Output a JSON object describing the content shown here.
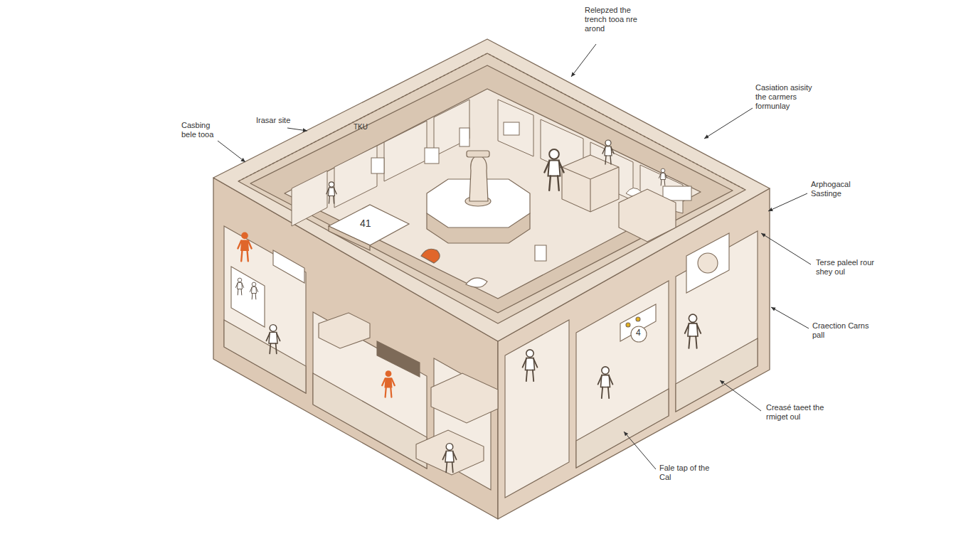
{
  "diagram": {
    "labels": [
      "Relepzed the trench tooa nre arond",
      "Casiation asisity the carmers formunlay",
      "Irasar site",
      "Casbing bele tooa",
      "TKU",
      "Arphogacal Sastinge",
      "41",
      "Terse paleel rour shey oul",
      "4",
      "Craection Carns pall",
      "Creasé taeet the rmiget oul",
      "Fale tap of the Cal"
    ]
  }
}
